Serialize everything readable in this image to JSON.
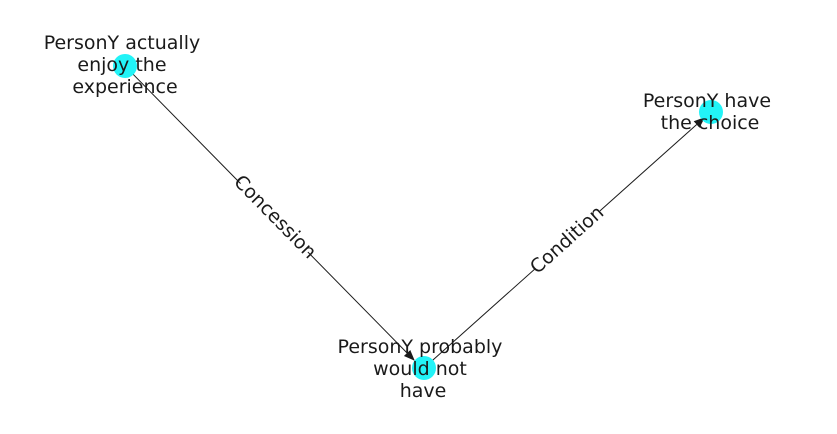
{
  "graph": {
    "node_color": "#22f3f7",
    "edge_color": "#1a1a1a",
    "label_color": "#1a1a1a",
    "background_color": "#ffffff",
    "nodes": [
      {
        "id": "n1",
        "label": "PersonY actually\nenjoy the\nexperience"
      },
      {
        "id": "n2",
        "label": "PersonY probably\nwould not\nhave"
      },
      {
        "id": "n3",
        "label": "PersonY have\nthe choice"
      }
    ],
    "edges": [
      {
        "source": "n1",
        "target": "n2",
        "label": "Concession"
      },
      {
        "source": "n2",
        "target": "n3",
        "label": "Condition"
      }
    ]
  }
}
